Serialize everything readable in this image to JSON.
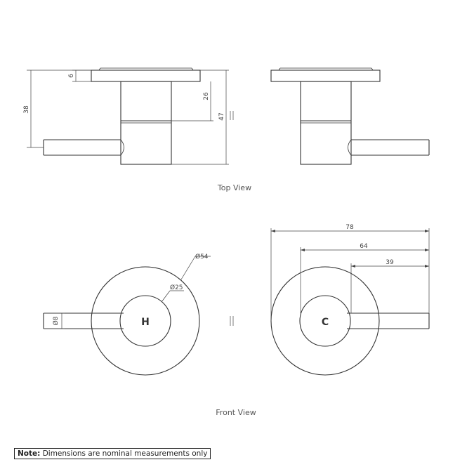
{
  "views": {
    "top_label": "Top View",
    "front_label": "Front View"
  },
  "dimensions": {
    "top": {
      "flange_thickness": "6",
      "body_length": "26",
      "lever_offset": "38",
      "overall_depth": "47"
    },
    "front": {
      "flange_diameter": "Ø54",
      "hub_diameter": "Ø25",
      "lever_diameter": "Ø8",
      "overall_width": "78",
      "width_64": "64",
      "lever_length": "39"
    }
  },
  "handles": {
    "hot_letter": "H",
    "cold_letter": "C"
  },
  "note": {
    "label": "Note:",
    "text": "Dimensions are nominal measurements only"
  }
}
